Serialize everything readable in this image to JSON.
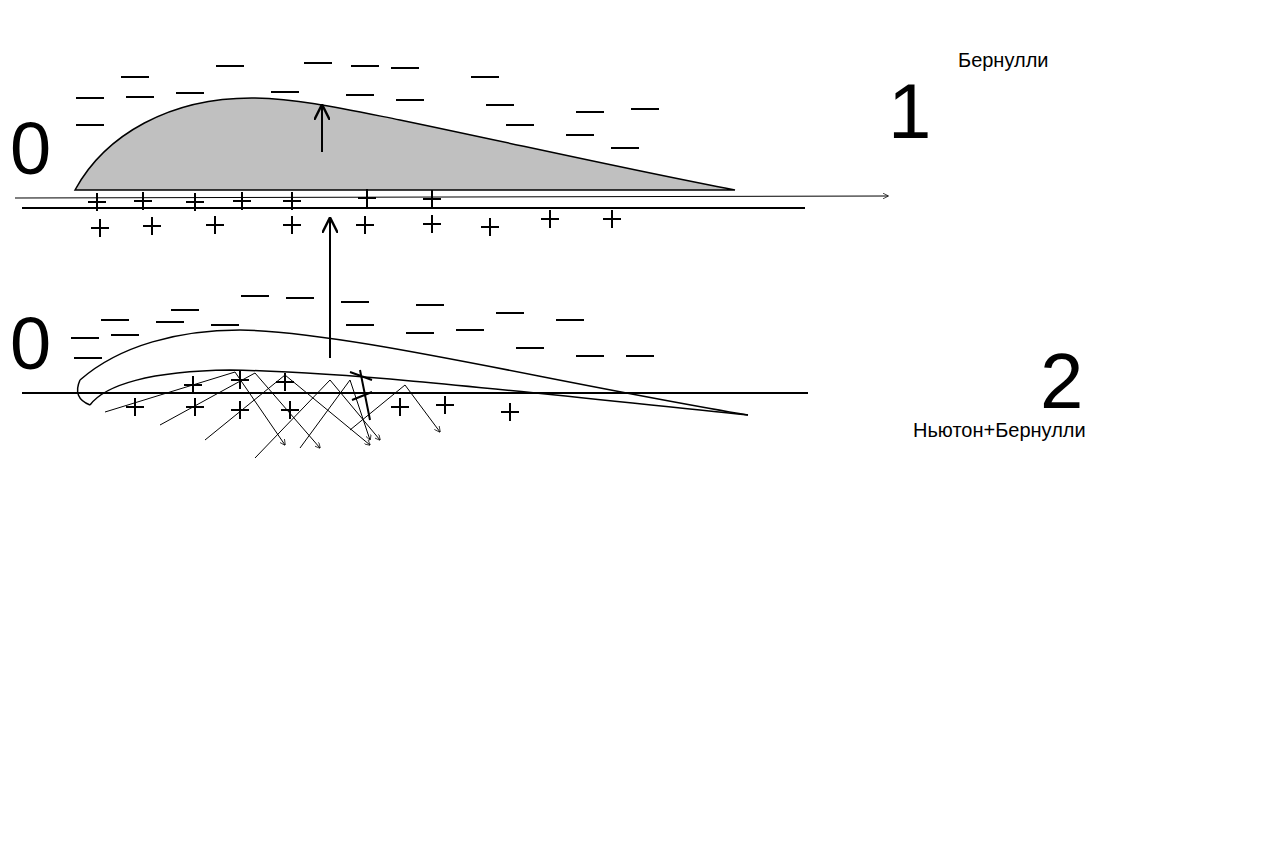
{
  "diagram": {
    "labels": [
      "0",
      "Бернулли",
      "1",
      "0",
      "2",
      "Ньютон+Бернулли"
    ]
  }
}
